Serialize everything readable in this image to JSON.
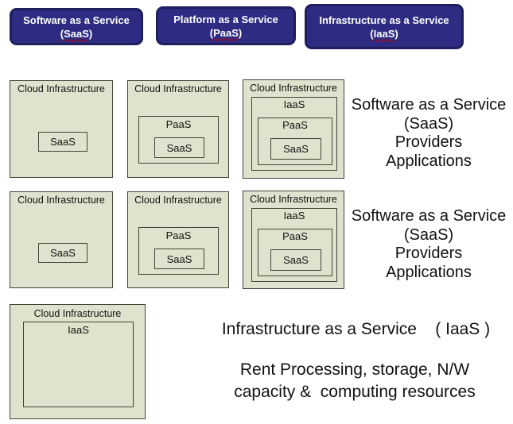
{
  "colors": {
    "header_fill": "#2D2C82",
    "header_border": "#1E1D5E",
    "header_text": "#FFFFFF",
    "box_fill": "#DFE3CD",
    "box_border": "#40443B",
    "text": "#111111",
    "spellcheck_underline": "#C00000"
  },
  "header_boxes": [
    {
      "line1": "Software as a Service",
      "line2": "(SaaS)"
    },
    {
      "line1": "Platform as a Service",
      "line2": "(PaaS)"
    },
    {
      "line1": "Infrastructure as a Service",
      "line2": "(IaaS)"
    }
  ],
  "labels": {
    "cloud_infrastructure": "Cloud Infrastructure",
    "saas": "SaaS",
    "paas": "PaaS",
    "iaas": "IaaS"
  },
  "captions": {
    "saas_rows": "Software as a Service\n(SaaS)\nProviders\nApplications",
    "iaas_heading": "Infrastructure as a Service    ( IaaS )",
    "iaas_body": "Rent Processing, storage, N/W\ncapacity &  computing resources"
  }
}
